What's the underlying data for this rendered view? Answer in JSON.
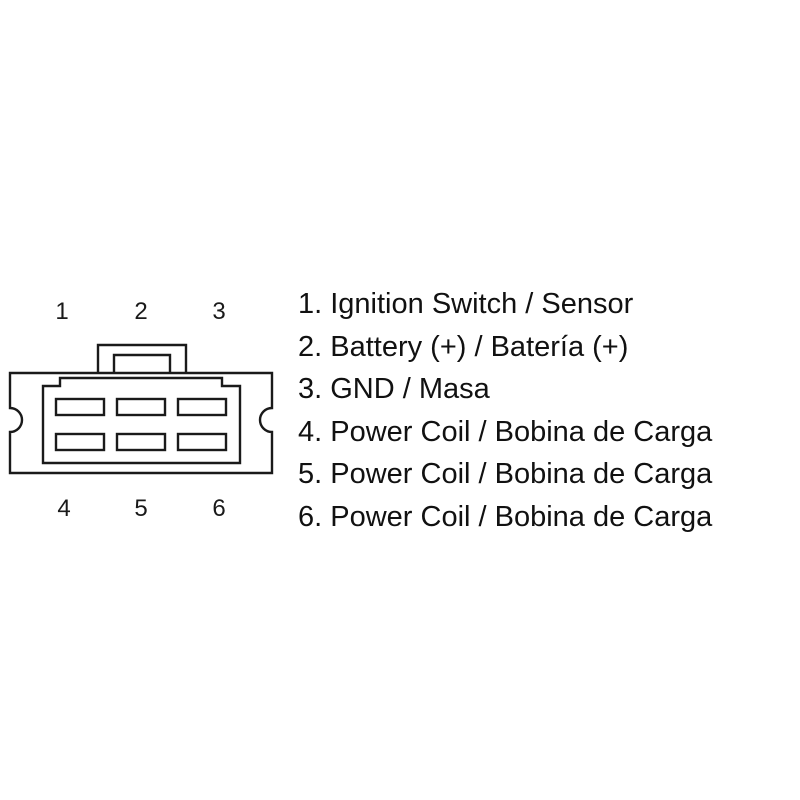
{
  "connector": {
    "top_pin_labels": [
      "1",
      "2",
      "3"
    ],
    "bottom_pin_labels": [
      "4",
      "5",
      "6"
    ]
  },
  "pinout": [
    "1. Ignition Switch / Sensor",
    "2. Battery (+) / Batería (+)",
    "3. GND / Masa",
    "4. Power Coil / Bobina de Carga",
    "5. Power Coil / Bobina de Carga",
    "6. Power Coil / Bobina de Carga"
  ],
  "colors": {
    "line": "#1a1a1a",
    "background": "#ffffff"
  }
}
